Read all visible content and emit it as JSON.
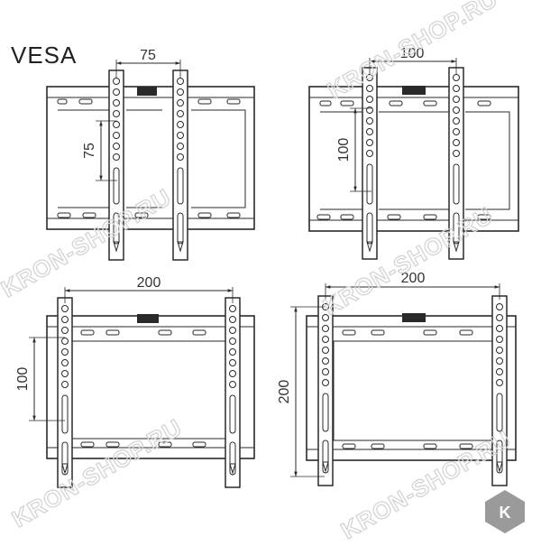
{
  "title": "VESA",
  "watermark": "KRON-SHOP.RU",
  "logo_letter": "K",
  "panels": [
    {
      "id": "vesa-75",
      "horizontal": "75",
      "vertical": "75"
    },
    {
      "id": "vesa-100",
      "horizontal": "100",
      "vertical": "100"
    },
    {
      "id": "vesa-200x100",
      "horizontal": "200",
      "vertical": "100"
    },
    {
      "id": "vesa-200",
      "horizontal": "200",
      "vertical": "200"
    }
  ],
  "colors": {
    "line": "#2a2a2a",
    "watermark": "#d4d4d4",
    "logo": "#9a9a9a"
  }
}
